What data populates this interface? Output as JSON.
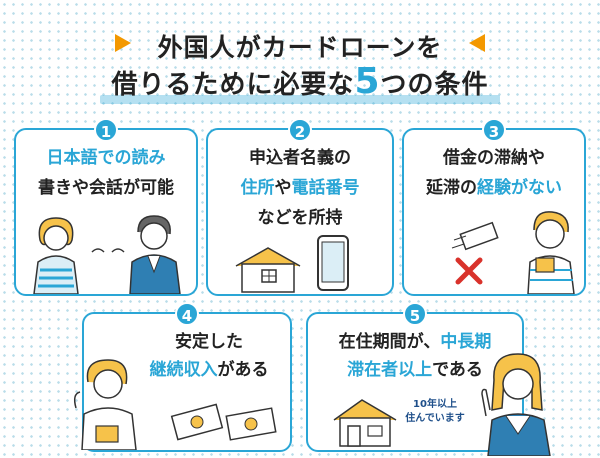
{
  "title": {
    "line1": "外国人がカードローンを",
    "line2_pre": "借りるために必要な",
    "line2_num": "5",
    "line2_post": "つの条件"
  },
  "cards": [
    {
      "number": "1",
      "line1_a": "日本語での読み",
      "line2_a": "書きや会話が可能"
    },
    {
      "number": "2",
      "line1_a": "申込者名義の",
      "line2_hl1": "住所",
      "line2_mid": "や",
      "line2_hl2": "電話番号",
      "line3_a": "などを所持"
    },
    {
      "number": "3",
      "line1_a": "借金の滞納や",
      "line2_a": "延滞の",
      "line2_hl": "経験がない"
    },
    {
      "number": "4",
      "line1_a": "安定した",
      "line2_hl": "継続収入",
      "line2_post": "がある"
    },
    {
      "number": "5",
      "line1_a": "在住期間が、",
      "line1_hl": "中長期",
      "line2_hl": "滞在者以上",
      "line2_post": "である"
    }
  ],
  "speech_bubble": {
    "line1": "10年以上",
    "line2": "住んでいます"
  },
  "colors": {
    "accent": "#2aa6d6",
    "flag": "#f39800",
    "dots": "#b9dde9"
  }
}
